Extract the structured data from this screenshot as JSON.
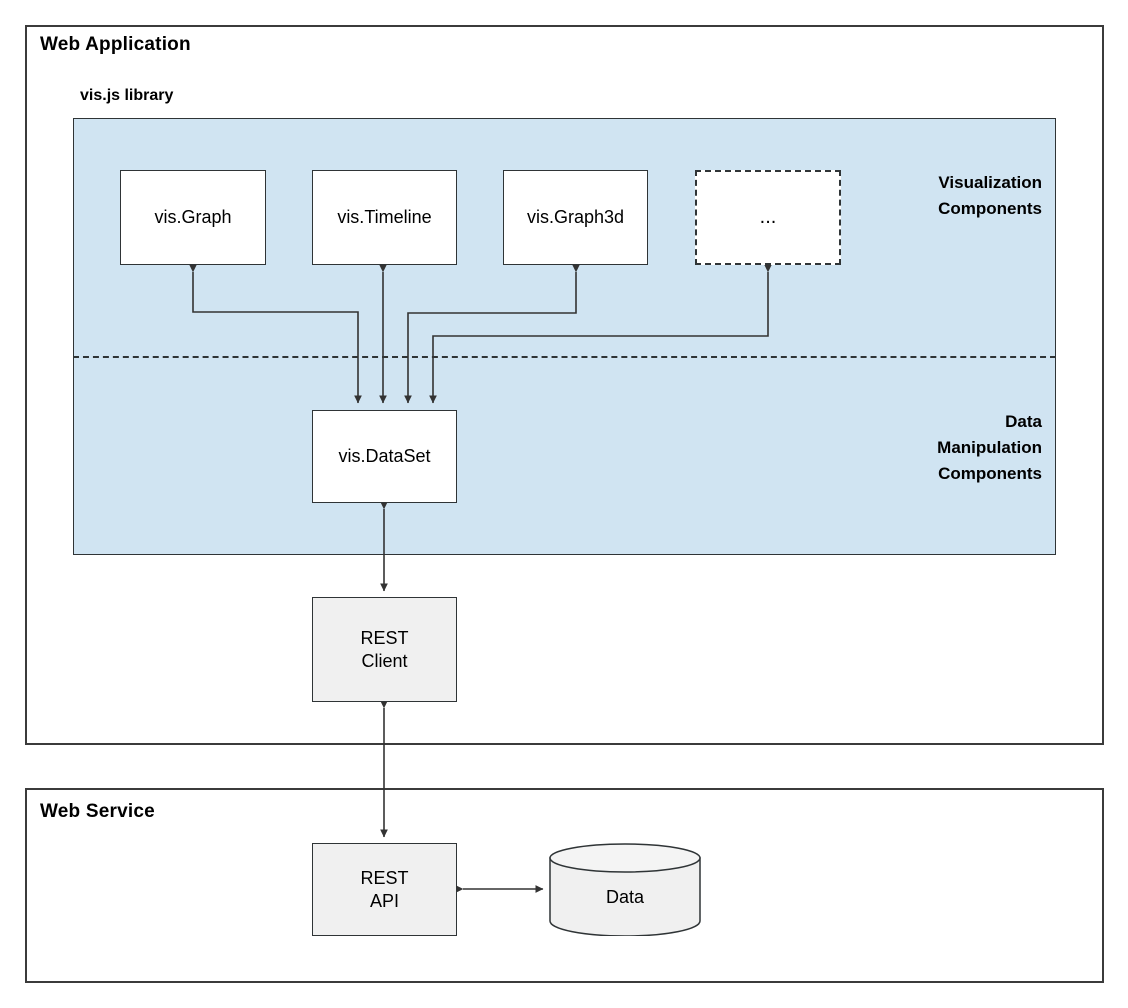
{
  "diagram": {
    "type": "architecture-block-diagram",
    "frames": [
      {
        "id": "web-application",
        "title": "Web Application"
      },
      {
        "id": "web-service",
        "title": "Web Service"
      }
    ],
    "library": {
      "label": "vis.js library",
      "panel_color": "#d0e4f2",
      "sections": [
        {
          "id": "visualization",
          "label": "Visualization\nComponents"
        },
        {
          "id": "manipulation",
          "label": "Data\nManipulation\nComponents"
        }
      ]
    },
    "nodes": [
      {
        "id": "vis-graph",
        "label": "vis.Graph",
        "shape": "rect",
        "style": "solid",
        "fill": "#ffffff"
      },
      {
        "id": "vis-timeline",
        "label": "vis.Timeline",
        "shape": "rect",
        "style": "solid",
        "fill": "#ffffff"
      },
      {
        "id": "vis-graph3d",
        "label": "vis.Graph3d",
        "shape": "rect",
        "style": "solid",
        "fill": "#ffffff"
      },
      {
        "id": "more",
        "label": "...",
        "shape": "rect",
        "style": "dashed",
        "fill": "#ffffff"
      },
      {
        "id": "vis-dataset",
        "label": "vis.DataSet",
        "shape": "rect",
        "style": "solid",
        "fill": "#ffffff"
      },
      {
        "id": "rest-client",
        "label": "REST\nClient",
        "shape": "rect",
        "style": "solid",
        "fill": "#f0f0f0"
      },
      {
        "id": "rest-api",
        "label": "REST\nAPI",
        "shape": "rect",
        "style": "solid",
        "fill": "#f0f0f0"
      },
      {
        "id": "data-store",
        "label": "Data",
        "shape": "cylinder",
        "style": "solid",
        "fill": "#f0f0f0"
      }
    ],
    "edges": [
      {
        "from": "vis-dataset",
        "to": "vis-graph",
        "arrows": "both",
        "routing": "orthogonal"
      },
      {
        "from": "vis-dataset",
        "to": "vis-timeline",
        "arrows": "both",
        "routing": "straight"
      },
      {
        "from": "vis-dataset",
        "to": "vis-graph3d",
        "arrows": "both",
        "routing": "orthogonal"
      },
      {
        "from": "vis-dataset",
        "to": "more",
        "arrows": "both",
        "routing": "orthogonal"
      },
      {
        "from": "vis-dataset",
        "to": "rest-client",
        "arrows": "both",
        "routing": "straight"
      },
      {
        "from": "rest-client",
        "to": "rest-api",
        "arrows": "both",
        "routing": "straight"
      },
      {
        "from": "rest-api",
        "to": "data-store",
        "arrows": "both",
        "routing": "straight"
      }
    ],
    "colors": {
      "panel": "#d0e4f2",
      "stroke": "#2f3436",
      "box_fill": "#ffffff",
      "gray_fill": "#f0f0f0",
      "text": "#000000"
    }
  }
}
